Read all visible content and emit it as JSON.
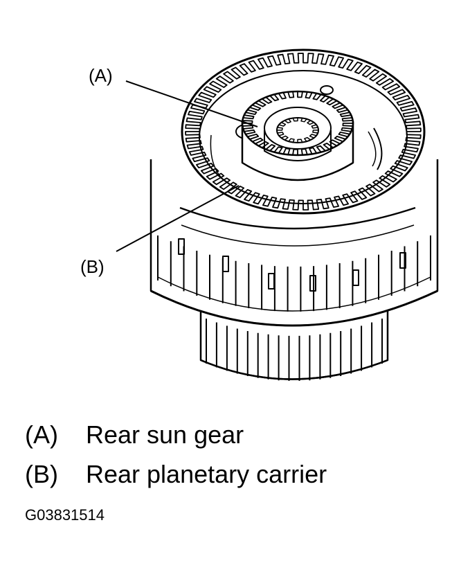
{
  "callouts": {
    "a": "(A)",
    "b": "(B)"
  },
  "legend": [
    {
      "key": "(A)",
      "label": "Rear sun gear"
    },
    {
      "key": "(B)",
      "label": "Rear planetary carrier"
    }
  ],
  "figure_code": "G03831514"
}
